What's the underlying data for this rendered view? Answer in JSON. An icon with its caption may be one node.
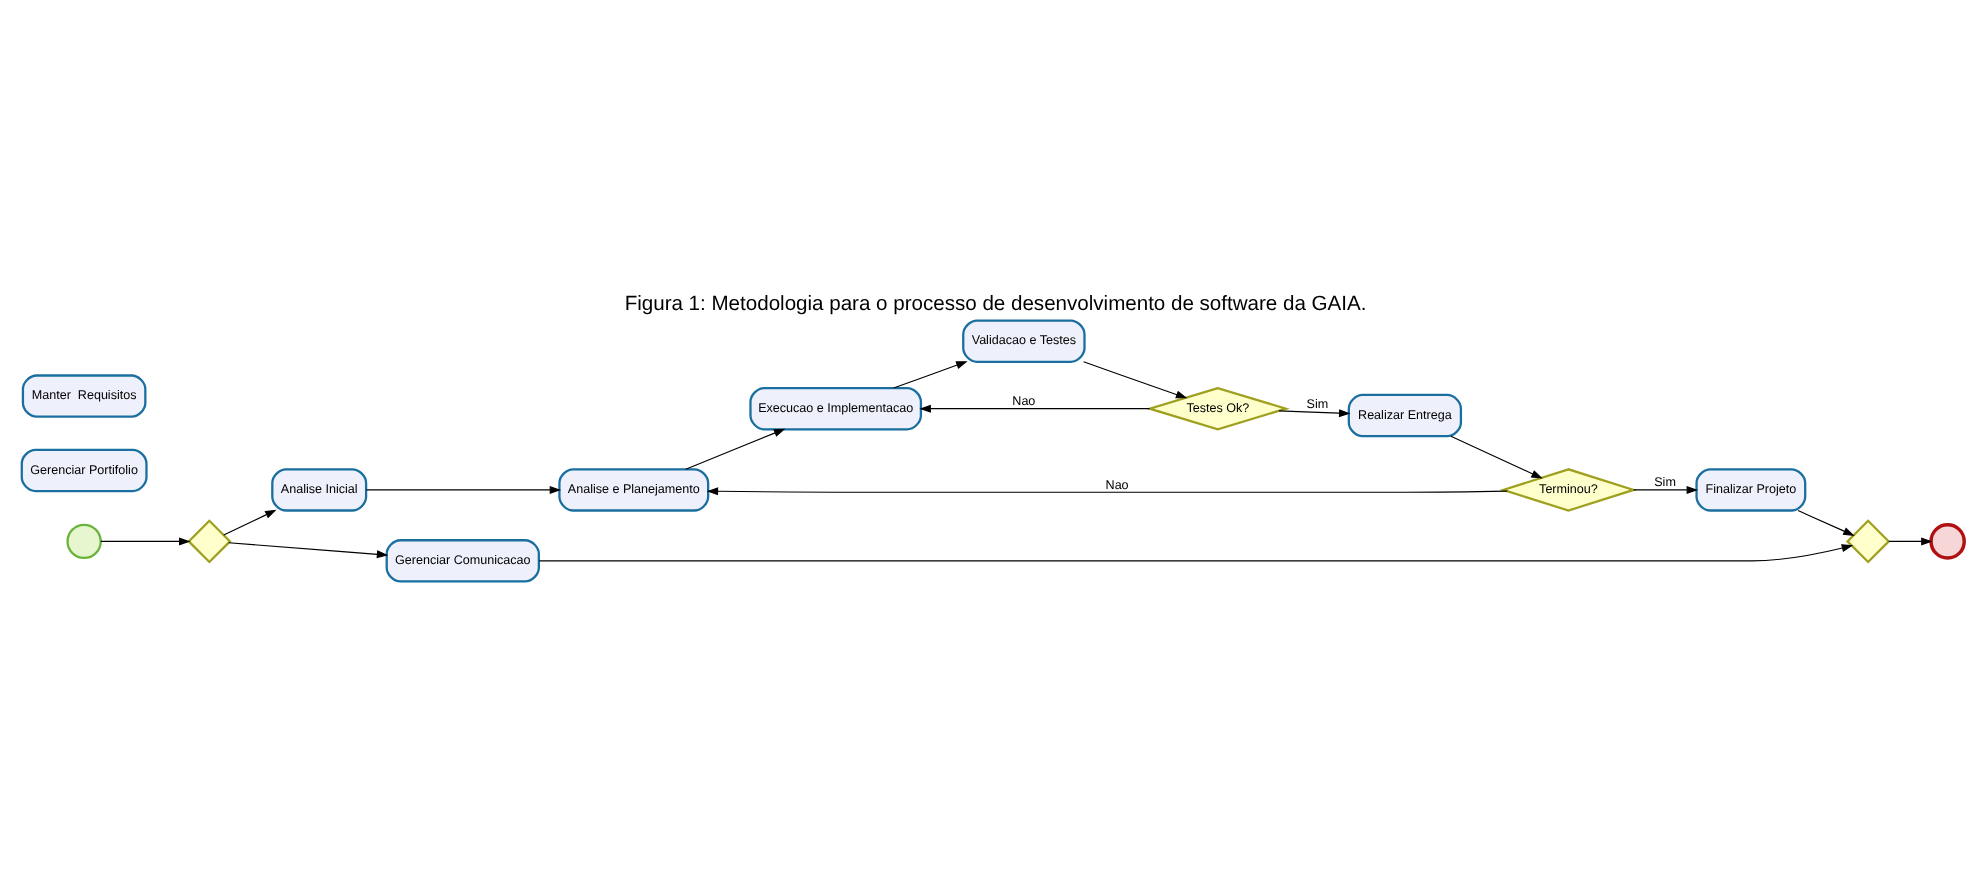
{
  "diagram": {
    "title": "Figura 1: Metodologia para o processo de desenvolvimento de software da GAIA.",
    "nodes": [
      {
        "text": [],
        "shape": "circle"
      },
      {
        "text": [],
        "shape": "diamond"
      },
      {
        "text": [
          "Analise Inicial"
        ]
      },
      {
        "text": [
          "Analise e Planejamento"
        ]
      },
      {
        "text": [
          "Gerenciar Comunicacao"
        ]
      },
      {
        "text": [
          "Execucao e Implementacao"
        ]
      },
      {
        "text": [
          "Validacao e Testes"
        ]
      },
      {
        "text": [
          "Testes Ok?"
        ]
      },
      {
        "text": [
          "Terminou?"
        ]
      },
      {
        "text": [
          "Realizar Entrega"
        ]
      },
      {
        "text": [
          "Finalizar Projeto"
        ]
      },
      {
        "text": [],
        "shape": "diamond"
      },
      {
        "text": [],
        "shape": "circle"
      },
      {
        "text": [
          "Gerenciar Portifolio"
        ]
      },
      {
        "text": [
          "Manter  Requisitos"
        ]
      }
    ],
    "edges": [
      {
        "from": 0,
        "to": 1,
        "arrow": "to"
      },
      {
        "from": 1,
        "to": 2,
        "arrow": "to"
      },
      {
        "from": 1,
        "to": 4,
        "arrow": "to"
      },
      {
        "from": 2,
        "to": 3,
        "arrow": "to"
      },
      {
        "from": 3,
        "to": 5,
        "arrow": "to"
      },
      {
        "from": 5,
        "to": 6,
        "arrow": "to"
      },
      {
        "from": 6,
        "to": 7,
        "arrow": "to"
      },
      {
        "from": 7,
        "to": 5,
        "label": "Nao",
        "arrow": "to"
      },
      {
        "from": 7,
        "to": 9,
        "label": "Sim",
        "arrow": "to"
      },
      {
        "from": 9,
        "to": 8,
        "arrow": "to"
      },
      {
        "from": 8,
        "to": 3,
        "label": "Nao",
        "arrow": "to"
      },
      {
        "from": 8,
        "to": 10,
        "label": "Sim",
        "arrow": "to"
      },
      {
        "from": 4,
        "to": 11,
        "arrow": "to"
      },
      {
        "from": 10,
        "to": 11,
        "arrow": "to"
      },
      {
        "from": 11,
        "to": 12,
        "arrow": "to"
      }
    ]
  }
}
